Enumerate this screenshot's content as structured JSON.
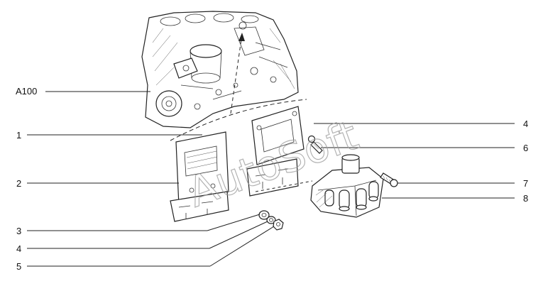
{
  "diagram": {
    "watermark": "AutoSoft",
    "labels": {
      "a100": "A100",
      "l1": "1",
      "l2": "2",
      "l3": "3",
      "l4a": "4",
      "l5": "5",
      "r4": "4",
      "r6": "6",
      "r7": "7",
      "r8": "8"
    }
  }
}
